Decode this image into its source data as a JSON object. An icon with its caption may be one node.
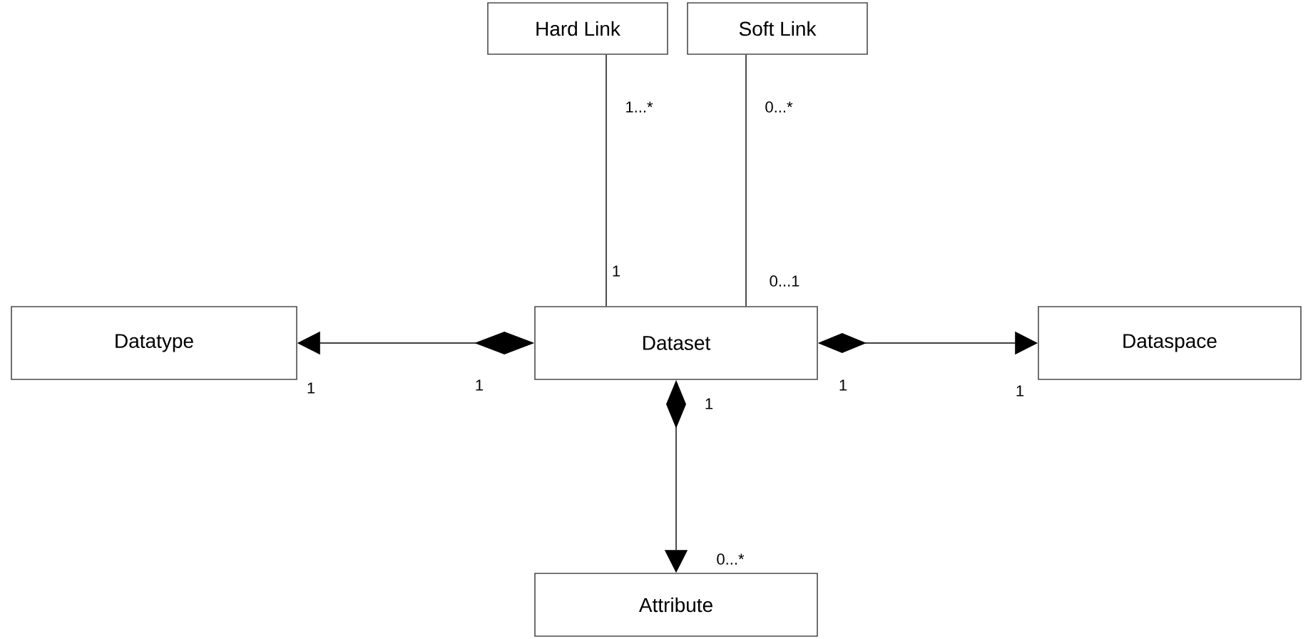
{
  "diagram": {
    "nodes": [
      {
        "text": [
          "Hard Link"
        ]
      },
      {
        "text": [
          "Soft Link"
        ]
      },
      {
        "text": [
          "Datatype"
        ]
      },
      {
        "text": [
          "Dataset"
        ]
      },
      {
        "text": [
          "Dataspace"
        ]
      },
      {
        "text": [
          "Attribute"
        ]
      }
    ],
    "edges": [
      {
        "from": 3,
        "to": 0,
        "arrow": "none"
      },
      {
        "from": 3,
        "to": 1,
        "arrow": "none"
      },
      {
        "from": 3,
        "to": 2,
        "arrow": "to"
      },
      {
        "from": 3,
        "to": 4,
        "arrow": "to"
      },
      {
        "from": 3,
        "to": 5,
        "arrow": "to"
      }
    ],
    "labels": [
      "1...*",
      "0...*",
      "1",
      "0...1",
      "1",
      "1",
      "1",
      "1",
      "1",
      "0...*"
    ]
  }
}
